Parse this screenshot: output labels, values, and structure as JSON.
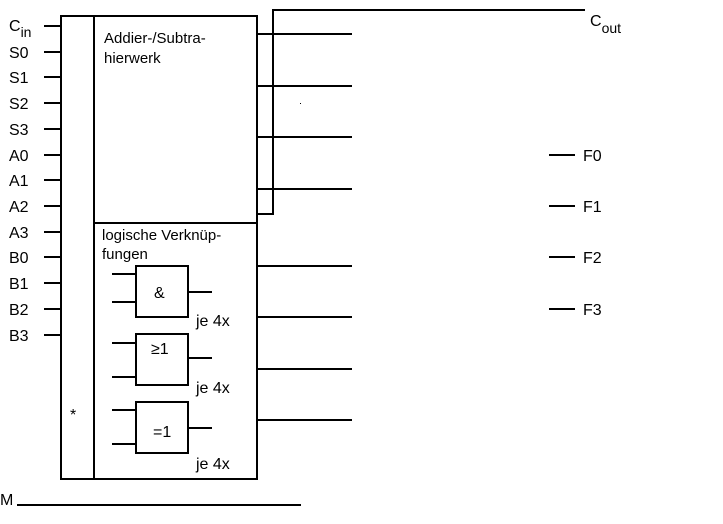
{
  "inputs": {
    "carry": {
      "main": "C",
      "sub": "in"
    },
    "select": [
      "S0",
      "S1",
      "S2",
      "S3"
    ],
    "a": [
      "A0",
      "A1",
      "A2",
      "A3"
    ],
    "b": [
      "B0",
      "B1",
      "B2",
      "B3"
    ],
    "mode": "M"
  },
  "outputs": {
    "carry": {
      "main": "C",
      "sub": "out"
    },
    "function": [
      "F0",
      "F1",
      "F2",
      "F3"
    ]
  },
  "blocks": {
    "adder": {
      "line1": "Addier-/Subtra-",
      "line2": "hierwerk"
    },
    "logic": {
      "line1": "logische Verknüp-",
      "line2": "fungen"
    },
    "star": "*"
  },
  "gates": [
    {
      "symbol": "&",
      "count": "je 4x"
    },
    {
      "symbol": "≥1",
      "count": "je 4x"
    },
    {
      "symbol": "=1",
      "count": "je 4x"
    }
  ]
}
